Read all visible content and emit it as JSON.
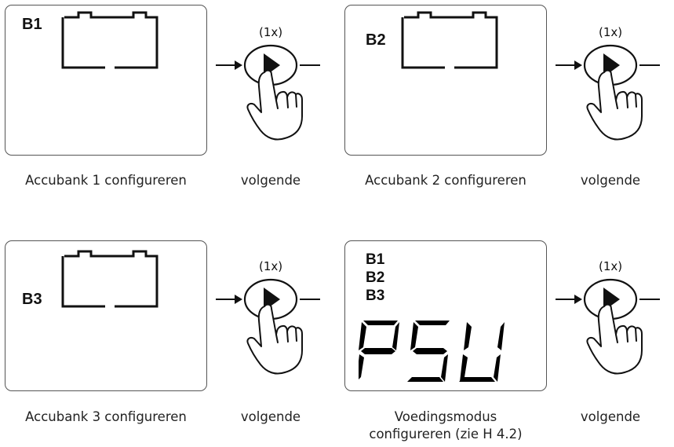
{
  "steps": [
    {
      "display": "B1",
      "caption": "Accubank 1 configureren",
      "next": "volgende",
      "press": "(1x)"
    },
    {
      "display": "B2",
      "caption": "Accubank 2 configureren",
      "next": "volgende",
      "press": "(1x)"
    },
    {
      "display": "B3",
      "caption": "Accubank 3 configureren",
      "next": "volgende",
      "press": "(1x)"
    },
    {
      "display_lines": [
        "B1",
        "B2",
        "B3"
      ],
      "display_value": "PSU",
      "caption_lines": [
        "Voedingsmodus",
        "configureren (zie H 4.2)"
      ],
      "next": "volgende",
      "press": "(1x)"
    }
  ]
}
